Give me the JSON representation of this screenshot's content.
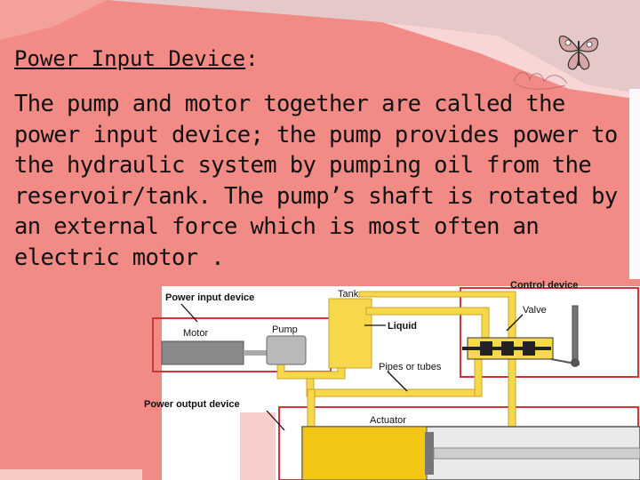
{
  "slide": {
    "heading_label": "Power Input Device",
    "heading_suffix": ":",
    "body": "The pump and motor together are called the power input device; the pump provides power to the hydraulic system by pumping oil from the reservoir/tank. The pump’s shaft is rotated by an external force which is most often an electric motor ."
  },
  "diagram": {
    "power_input_device": "Power input device",
    "tank": "Tank",
    "control_device": "Control device",
    "valve": "Valve",
    "liquid": "Liquid",
    "motor": "Motor",
    "pump": "Pump",
    "pipes_or_tubes": "Pipes or tubes",
    "power_output_device": "Power output device",
    "actuator": "Actuator"
  },
  "colors": {
    "background": "#f28b86",
    "liquid": "#f6d84a",
    "actuator_fill": "#f3c514",
    "frame_red": "#d4333b"
  },
  "icons": [
    "butterfly-icon"
  ]
}
